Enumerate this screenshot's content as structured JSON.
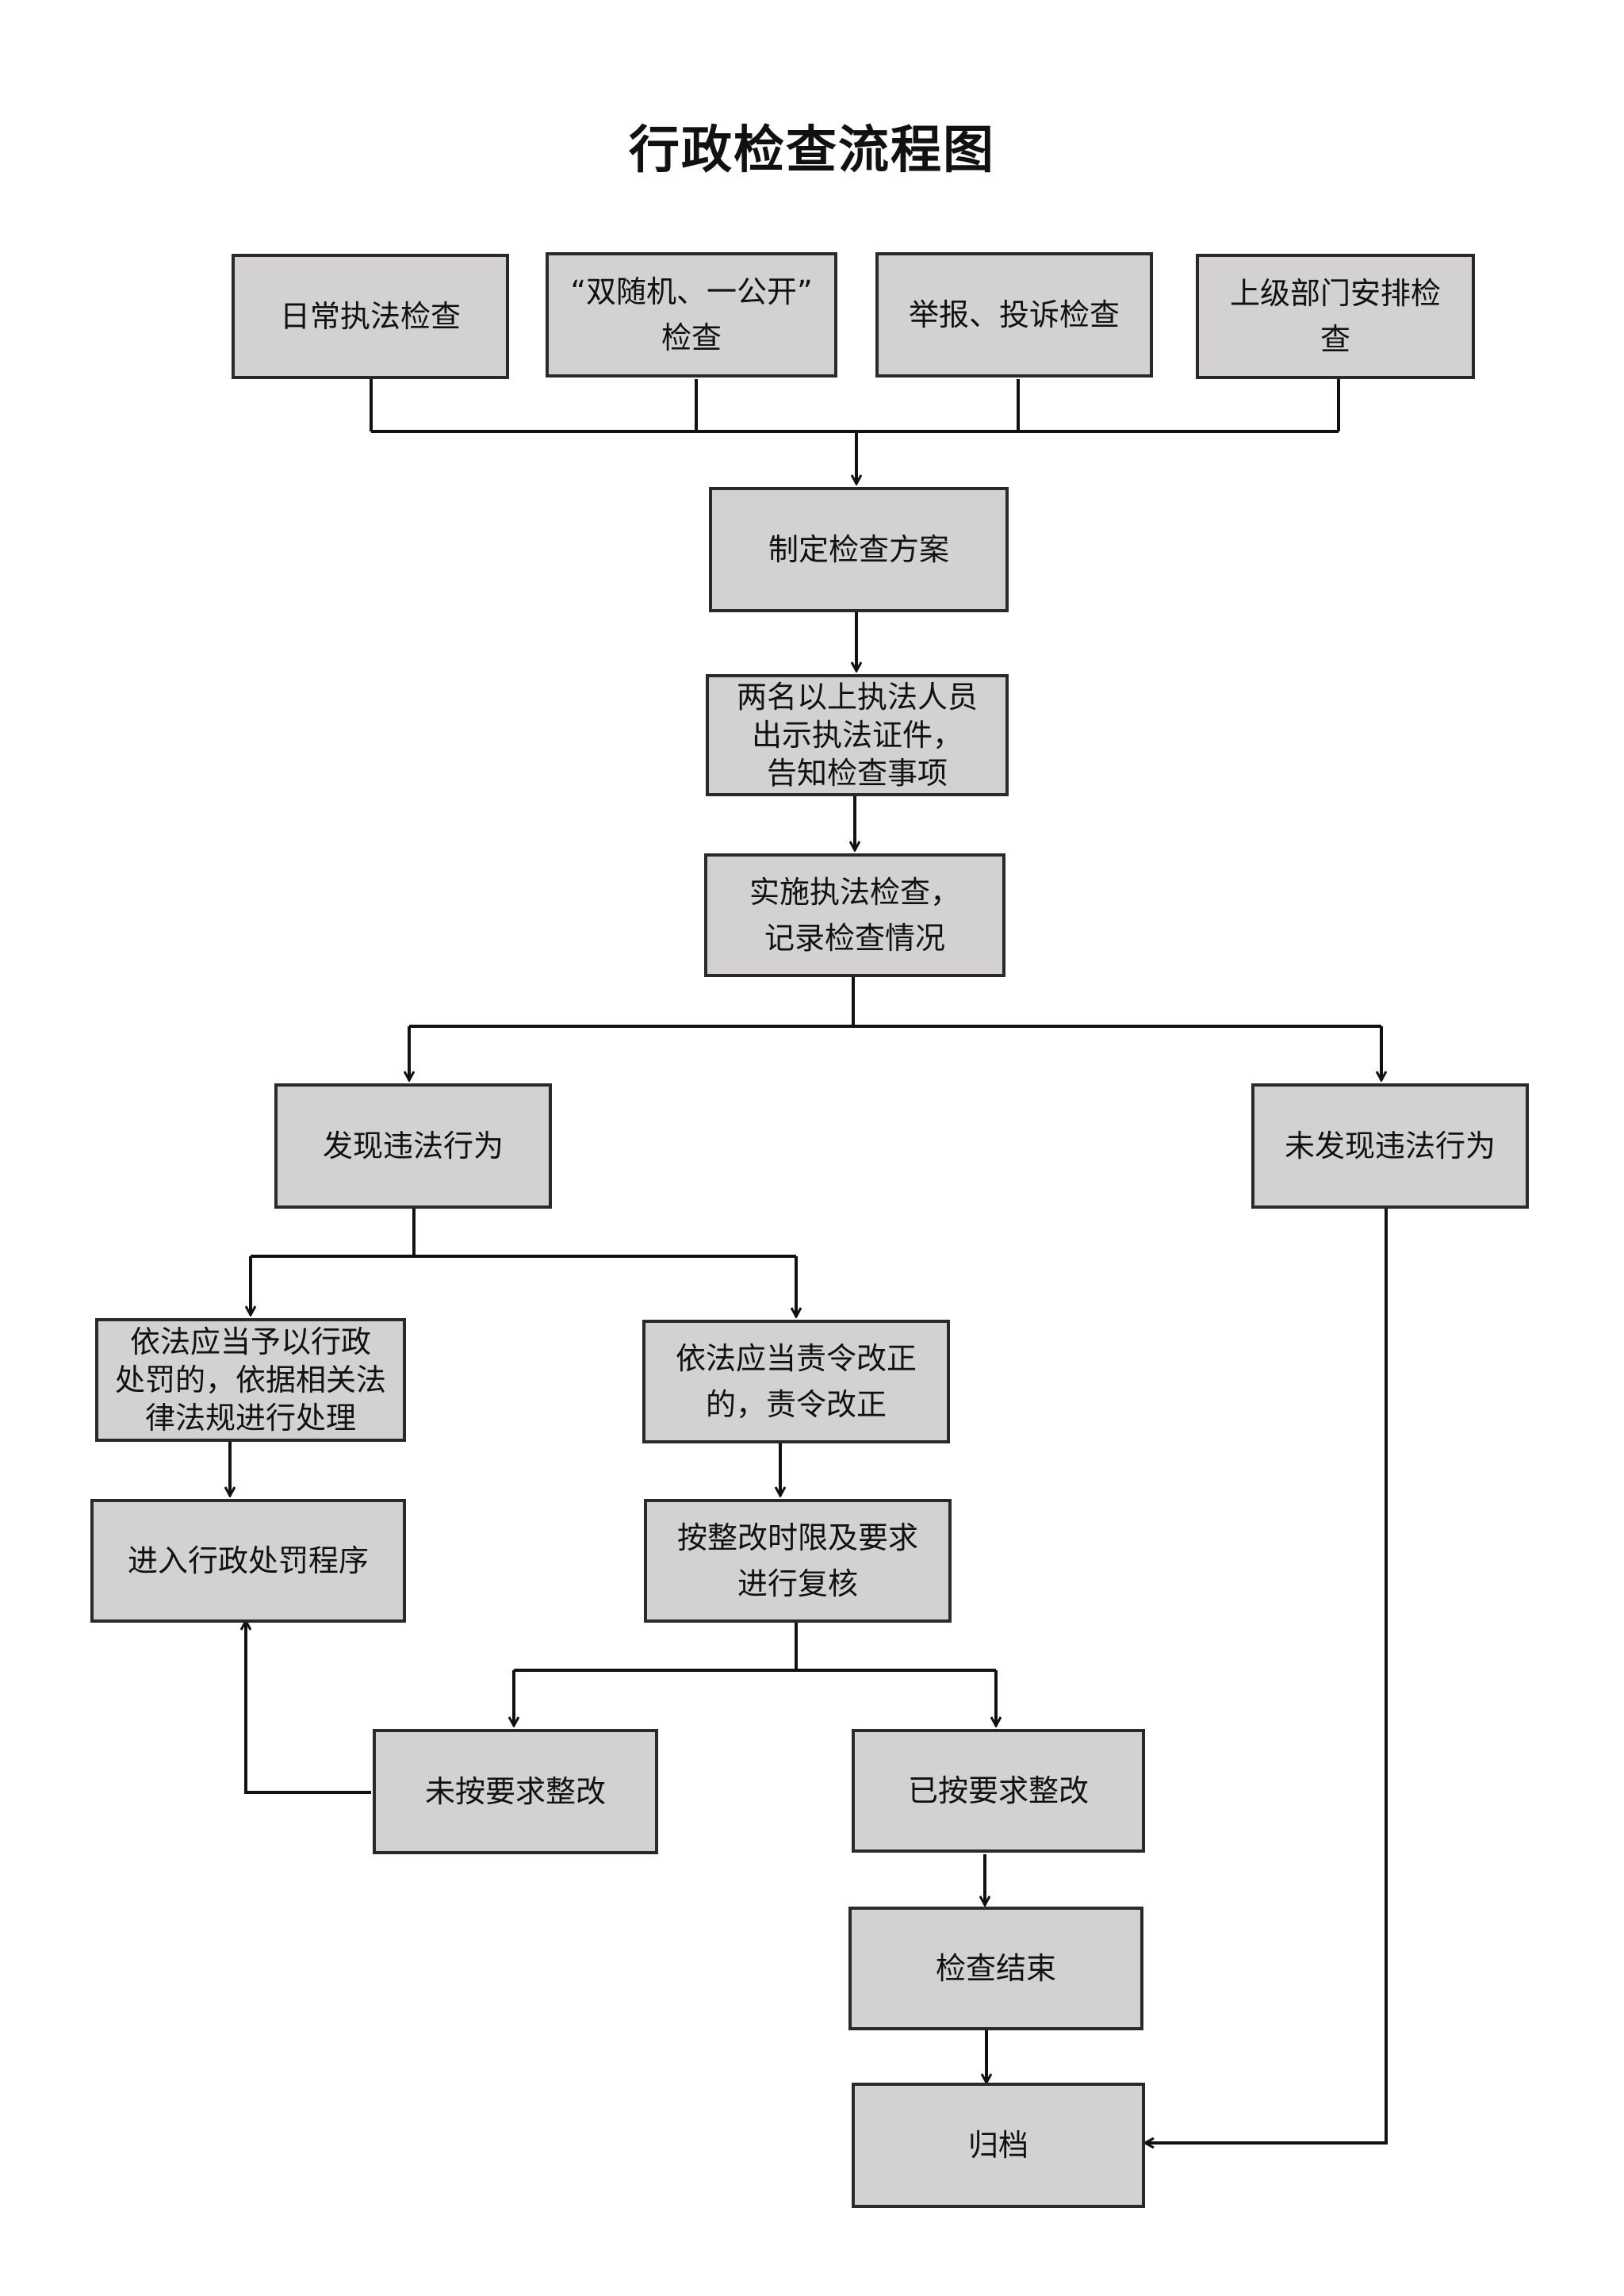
{
  "title": "行政检查流程图",
  "nodes": {
    "source_daily": "日常执法检查",
    "source_random": "“双随机、一公开”\n检查",
    "source_report": "举报、投诉检查",
    "source_superior": "上级部门安排检\n查",
    "make_plan": "制定检查方案",
    "show_credentials": "两名以上执法人员\n出示执法证件，\n告知检查事项",
    "conduct_inspection": "实施执法检查，\n记录检查情况",
    "violation_found": "发现违法行为",
    "no_violation": "未发现违法行为",
    "should_penalize": "依法应当予以行政\n处罚的，依据相关法\n律法规进行处理",
    "should_correct": "依法应当责令改正\n的，责令改正",
    "penalty_procedure": "进入行政处罚程序",
    "review": "按整改时限及要求\n进行复核",
    "not_rectified": "未按要求整改",
    "rectified": "已按要求整改",
    "inspection_end": "检查结束",
    "archive": "归档"
  }
}
